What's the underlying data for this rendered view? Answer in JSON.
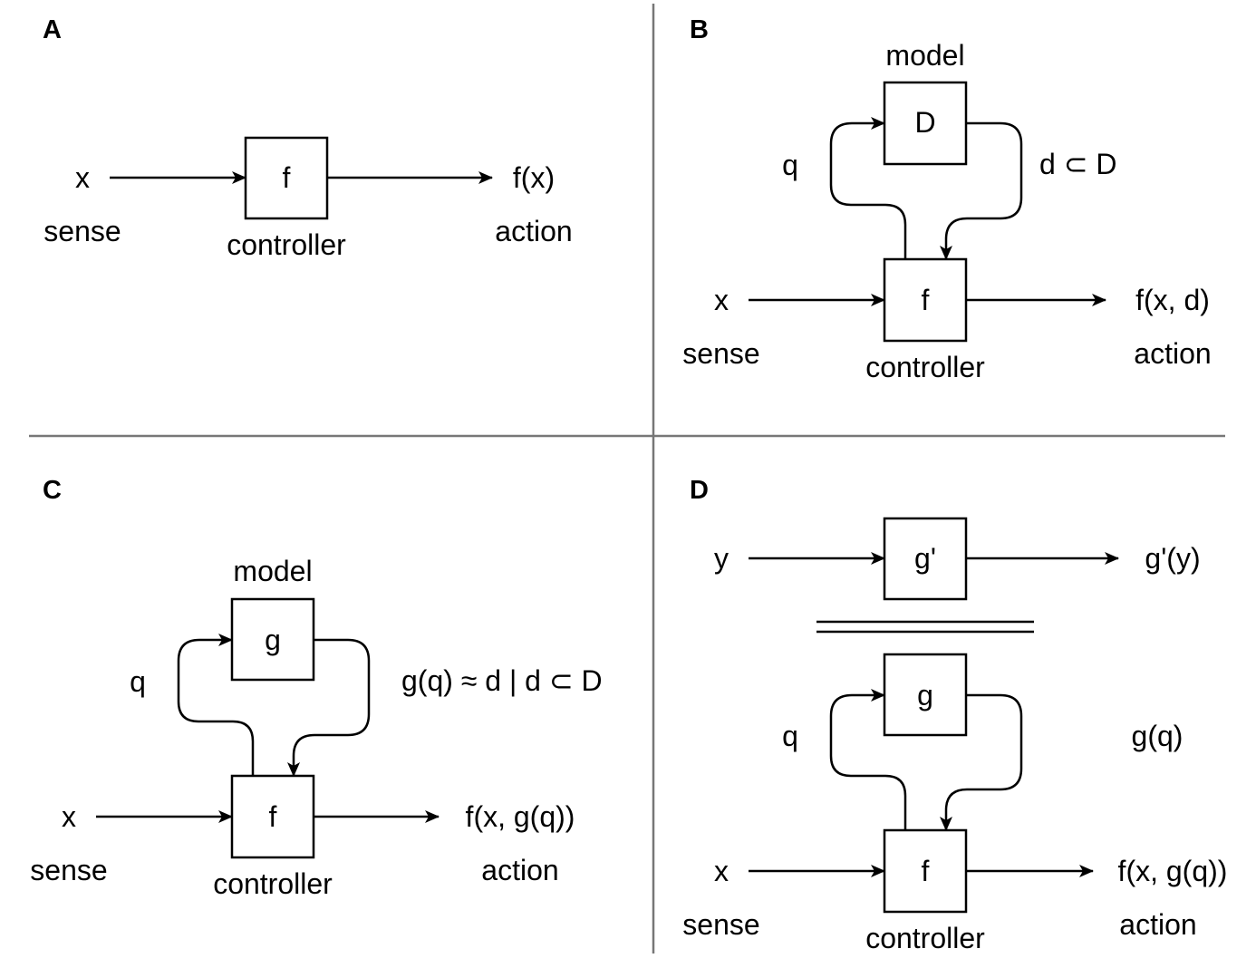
{
  "panels": {
    "A": {
      "label": "A",
      "input": "x",
      "input_caption": "sense",
      "controller": "f",
      "controller_caption": "controller",
      "output": "f(x)",
      "output_caption": "action"
    },
    "B": {
      "label": "B",
      "model_caption": "model",
      "model": "D",
      "query": "q",
      "return": "d ⊂ D",
      "input": "x",
      "input_caption": "sense",
      "controller": "f",
      "controller_caption": "controller",
      "output": "f(x, d)",
      "output_caption": "action"
    },
    "C": {
      "label": "C",
      "model_caption": "model",
      "model": "g",
      "query": "q",
      "return": "g(q) ≈ d | d ⊂ D",
      "input": "x",
      "input_caption": "sense",
      "controller": "f",
      "controller_caption": "controller",
      "output": "f(x, g(q))",
      "output_caption": "action"
    },
    "D": {
      "label": "D",
      "top_input": "y",
      "top_box": "g'",
      "top_output": "g'(y)",
      "model": "g",
      "query": "q",
      "return": "g(q)",
      "input": "x",
      "input_caption": "sense",
      "controller": "f",
      "controller_caption": "controller",
      "output": "f(x, g(q))",
      "output_caption": "action"
    }
  }
}
